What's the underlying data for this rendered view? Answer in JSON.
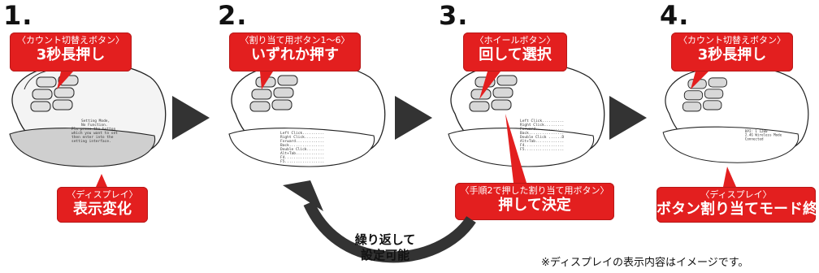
{
  "steps": [
    {
      "number": "1.",
      "top_callout": {
        "sub": "〈カウント切替えボタン〉",
        "main": "3秒長押し"
      },
      "bottom_callout": {
        "sub": "〈ディスプレイ〉",
        "main": "表示変化"
      },
      "screen_lines": [
        "Setting Mode,",
        "No Function.",
        "",
        "Pls press the button",
        "which you want to set",
        "then enter into the",
        "setting interface."
      ]
    },
    {
      "number": "2.",
      "top_callout": {
        "sub": "〈割り当て用ボタン1〜6〉",
        "main": "いずれか押す"
      },
      "screen_lines": [
        "Left Click..........",
        "Right Click.........",
        "Forward.............",
        "Back................",
        "Double Click........",
        "Alt+Tab.............",
        "F4..................",
        "F5.................."
      ]
    },
    {
      "number": "3.",
      "top_callout": {
        "sub": "〈ホイールボタン〉",
        "main": "回して選択"
      },
      "bottom_callout": {
        "sub": "〈手順2で押した割り当て用ボタン〉",
        "main": "押して決定"
      },
      "screen_lines": [
        "Left Click..........",
        "Right Click.........",
        "Forward.............",
        "Back................",
        "Double Click ......D",
        "Alt+Tab.............",
        "F4..................",
        "F5.................."
      ]
    },
    {
      "number": "4.",
      "top_callout": {
        "sub": "〈カウント切替えボタン〉",
        "main": "3秒長押し"
      },
      "bottom_callout": {
        "sub": "〈ディスプレイ〉",
        "main": "ボタン割り当てモード終了"
      },
      "screen_lines": [
        "DPI: 1 1200",
        "",
        "2.4G Wireless Mode",
        "Connected"
      ]
    }
  ],
  "repeat_label": {
    "line1": "繰り返して",
    "line2": "設定可能"
  },
  "footnote": "※ディスプレイの表示内容はイメージです。",
  "colors": {
    "callout_red": "#e31f1f",
    "arrow_dark": "#333333"
  }
}
